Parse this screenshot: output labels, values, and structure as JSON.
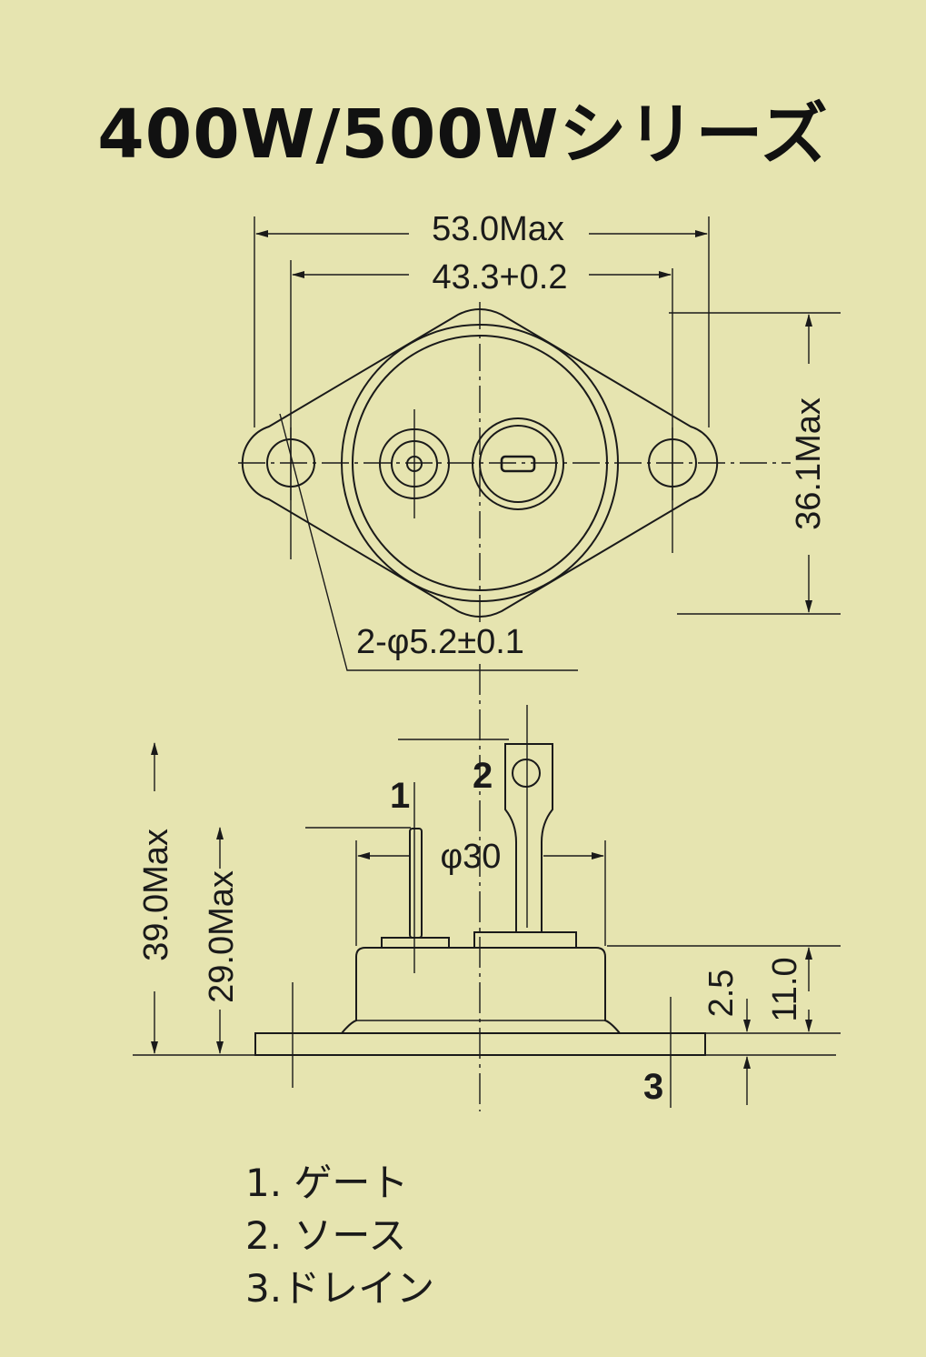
{
  "title": "400W/500Wシリーズ",
  "top_view": {
    "dim_overall_width": "53.0Max",
    "dim_hole_pitch": "43.3+0.2",
    "dim_height": "36.1Max",
    "dim_hole": "2-φ5.2±0.1"
  },
  "side_view": {
    "dim_total_height": "39.0Max",
    "dim_body_height": "29.0Max",
    "dim_diameter": "φ30",
    "dim_flange": "2.5",
    "dim_base": "11.0",
    "pin1": "1",
    "pin2": "2",
    "pin3": "3"
  },
  "legend": [
    "1. ゲート",
    "2. ソース",
    "3.ドレイン"
  ]
}
